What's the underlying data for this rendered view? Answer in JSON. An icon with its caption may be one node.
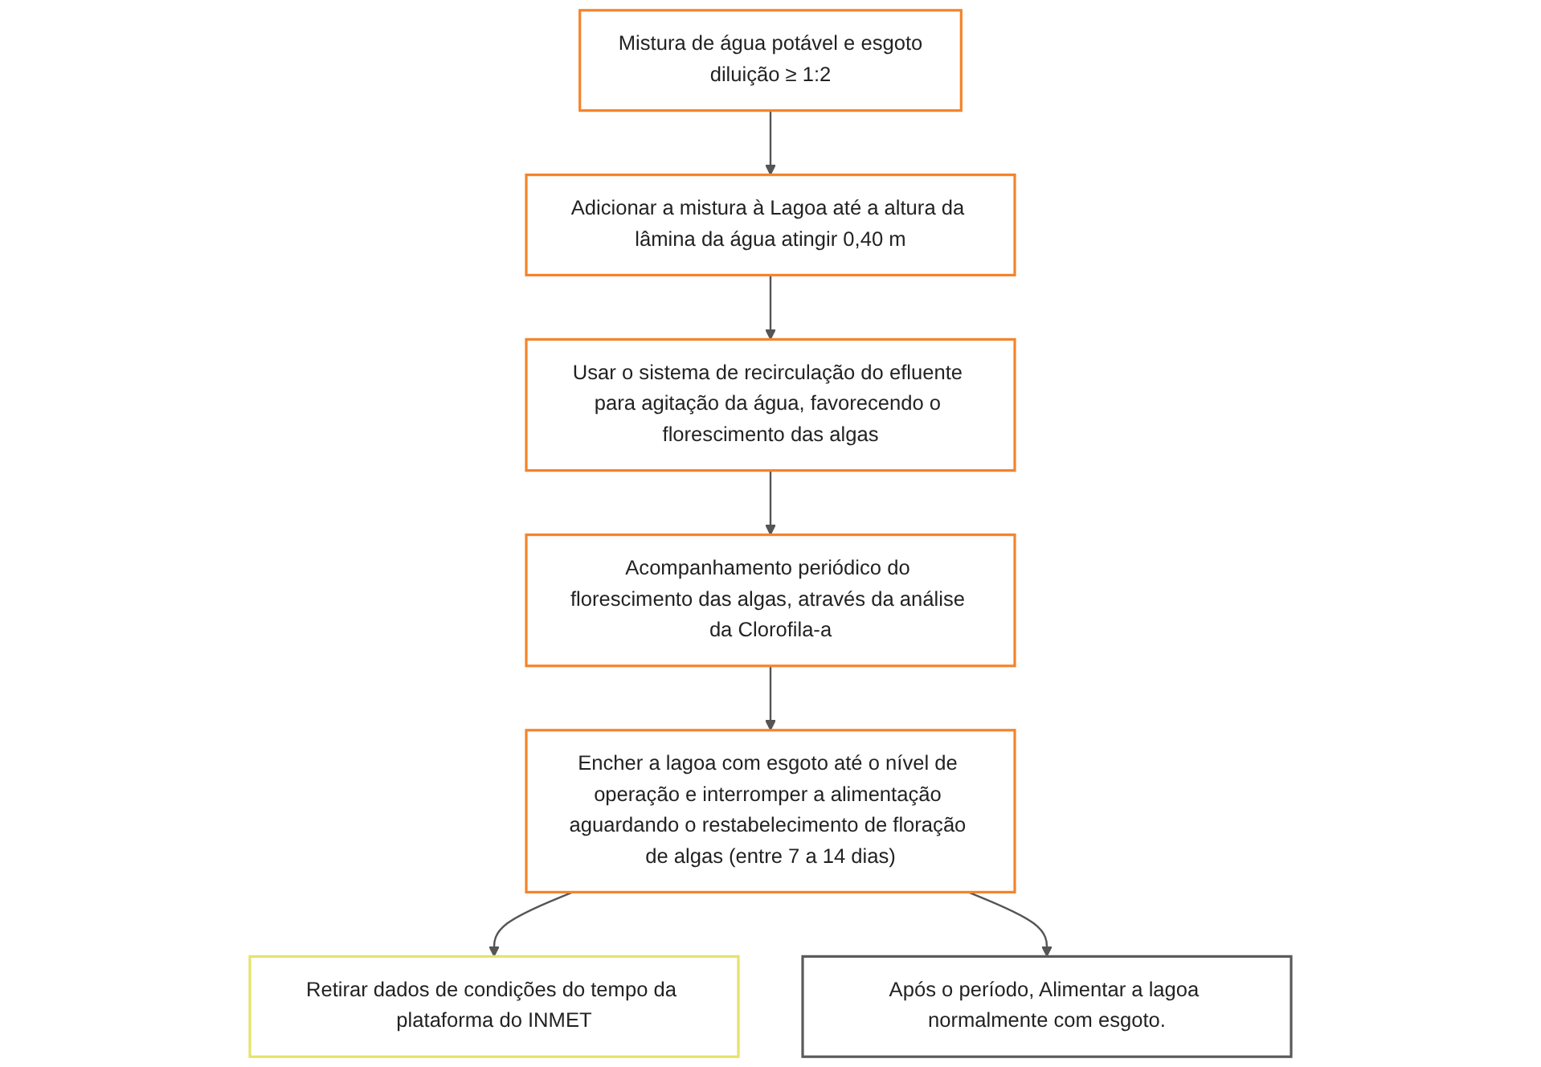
{
  "diagram": {
    "nodes": [
      {
        "text": [
          "Mistura de água potável e esgoto",
          "diluição ≥ 1:2"
        ]
      },
      {
        "text": [
          "Adicionar a mistura à Lagoa até a altura da lâmina da água atingir 0,40 m"
        ]
      },
      {
        "text": [
          "Usar o sistema de recirculação do efluente para agitação da água, favorecendo o florescimento das algas"
        ]
      },
      {
        "text": [
          "Acompanhamento periódico do florescimento das algas, através da análise da Clorofila-a"
        ]
      },
      {
        "text": [
          "Encher a lagoa com esgoto até o nível de operação e interromper a alimentação aguardando o restabelecimento de floração de algas (entre 7 a 14 dias)"
        ]
      },
      {
        "text": [
          "Retirar dados de condições do tempo da plataforma do INMET"
        ]
      },
      {
        "text": [
          "Após o período, Alimentar a lagoa normalmente com esgoto."
        ]
      }
    ],
    "edges": [
      {
        "from": 0,
        "to": 1,
        "arrow": "to"
      },
      {
        "from": 1,
        "to": 2,
        "arrow": "to"
      },
      {
        "from": 2,
        "to": 3,
        "arrow": "to"
      },
      {
        "from": 3,
        "to": 4,
        "arrow": "to"
      },
      {
        "from": 4,
        "to": 5,
        "arrow": "to"
      },
      {
        "from": 4,
        "to": 6,
        "arrow": "to"
      }
    ]
  }
}
